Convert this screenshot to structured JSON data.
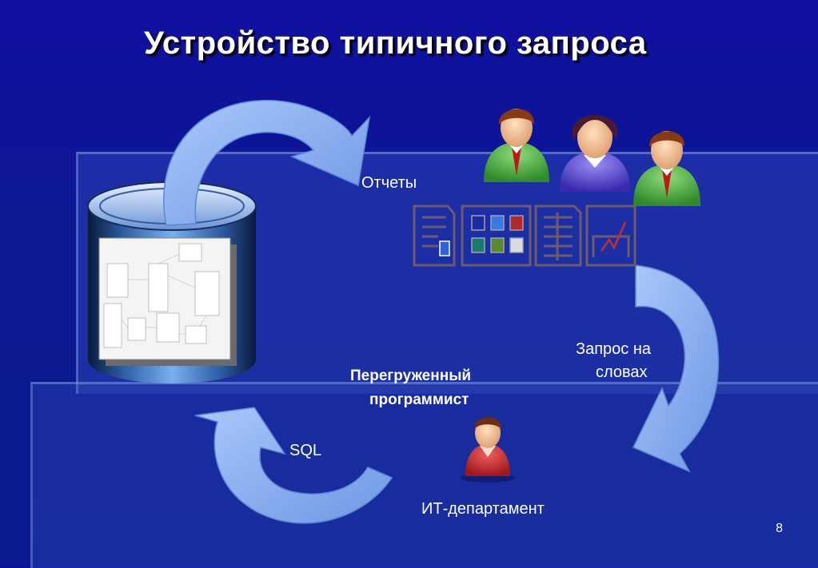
{
  "slide": {
    "title": "Устройство типичного запроса",
    "page_number": "8"
  },
  "labels": {
    "reports": "Отчеты",
    "verbal_request_line1": "Запрос на",
    "verbal_request_line2": "словах",
    "overloaded_programmer_line1": "Перегруженный",
    "overloaded_programmer_line2": "программист",
    "sql": "SQL",
    "it_department": "ИТ-департамент"
  },
  "colors": {
    "background": "#0c1890",
    "arrow": "#8fb4f5",
    "report_icon_stroke": "#6e5a6a",
    "text": "#ffffff"
  },
  "icons": [
    "database-icon",
    "schema-diagram",
    "user-group-icon",
    "report-icons",
    "programmer-icon",
    "curved-arrow"
  ]
}
